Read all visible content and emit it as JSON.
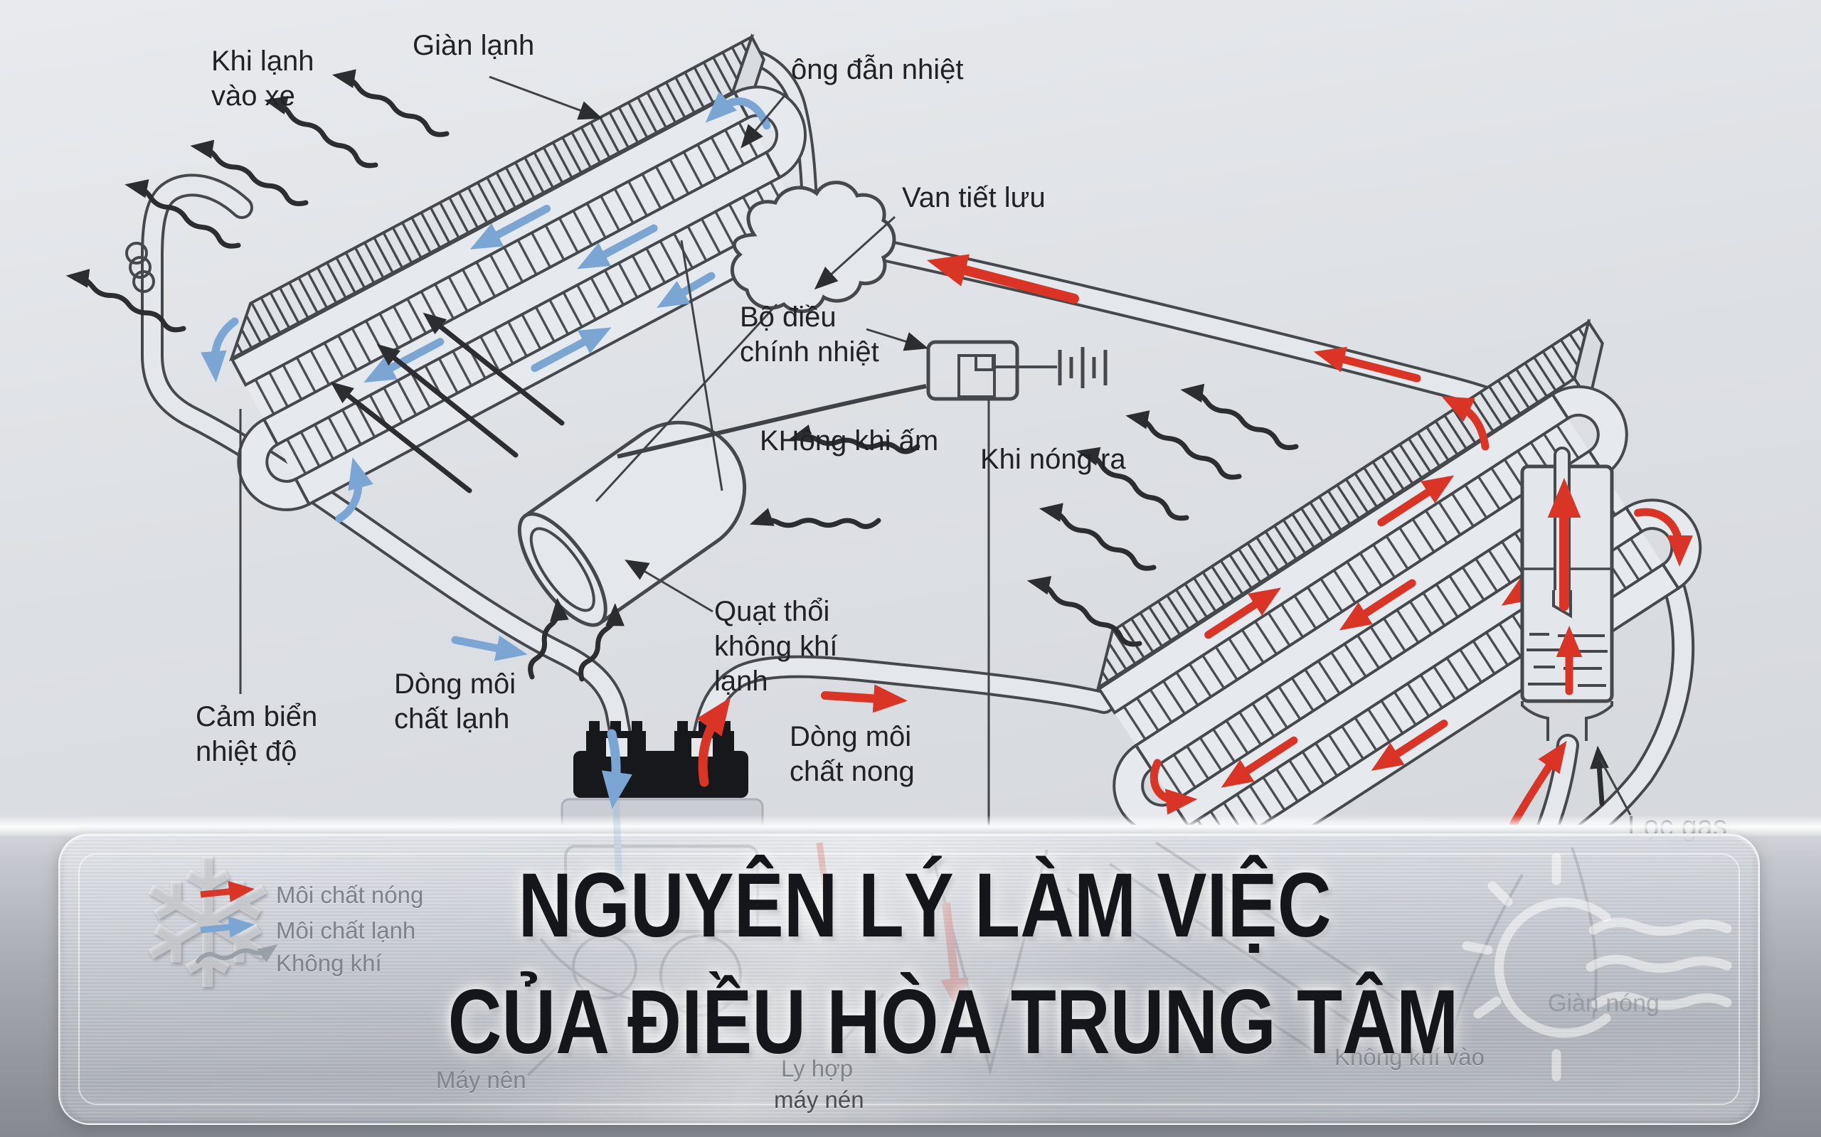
{
  "title": {
    "line1": "NGUYÊN LÝ LÀM VIỆC",
    "line2": "CỦA ĐIỀU HÒA TRUNG TÂM"
  },
  "labels": {
    "khi_lanh_vao_xe": {
      "line1": "Khi lạnh",
      "line2": "vào xe"
    },
    "gian_lanh": "Giàn lạnh",
    "ong_dan_nhiet": "ông đẫn nhiệt",
    "van_tiet_luu": "Van tiết lưu",
    "bo_dieu_chinh_nhiet": {
      "line1": "Bộ điều",
      "line2": "chính nhiệt"
    },
    "khong_khi_am": "KHông khi ấm",
    "khi_nong_ra": "Khi nóng ra",
    "quat_thoi": {
      "line1": "Quạt thổi",
      "line2": "không khí",
      "line3": "lạnh"
    },
    "dong_moi_chat_lanh": {
      "line1": "Dòng môi",
      "line2": "chất lạnh"
    },
    "cam_bien_nhiet_do": {
      "line1": "Cảm biển",
      "line2": "nhiệt độ"
    },
    "dong_moi_chat_nong": {
      "line1": "Dòng môi",
      "line2": "chất nong"
    },
    "loc_gas": "Lọc gas"
  },
  "legend": {
    "items": [
      {
        "label": "Môi chất nóng",
        "marker": "red-arrow",
        "color": "#d6392c"
      },
      {
        "label": "Môi chất lạnh",
        "marker": "blue-arrow",
        "color": "#7ba6d4"
      },
      {
        "label": "Không khí",
        "marker": "gray-wavy-arrow",
        "color": "#9aa0a8"
      }
    ]
  },
  "band_labels": {
    "may_nen": "Máy nên",
    "ly_hop": "Ly hợp",
    "may_nen_2": "máy nén",
    "khong_khi_vao": "Không khí vào",
    "watermark_right": "Giàn nóng"
  },
  "icons": {
    "legend_watermark": "snowflake",
    "right_watermark": "sun-wind",
    "legend_snowflake_glyph": "❄"
  },
  "colors": {
    "hot_flow": "#d93425",
    "cold_flow": "#7ba6d4",
    "air": "#2b2d30",
    "line_art": "#45484d",
    "title_text": "#14161c"
  }
}
